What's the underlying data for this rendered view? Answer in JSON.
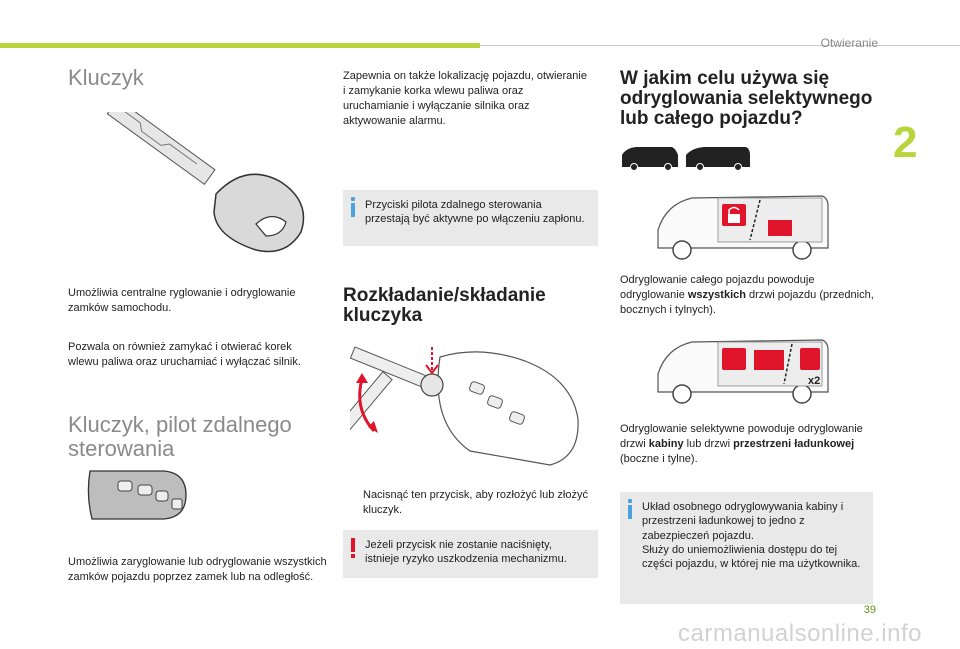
{
  "header": {
    "section": "Otwieranie",
    "chapter": "2"
  },
  "page_number": "39",
  "watermark": "carmanualsonline.info",
  "col1": {
    "title_key": "Kluczyk",
    "p1": "Umożliwia centralne ryglowanie i odryglowanie zamków samochodu.",
    "p2": "Pozwala on również zamykać i otwierać korek wlewu paliwa oraz uruchamiać i wyłączać silnik.",
    "title_remote": "Kluczyk, pilot zdalnego sterowania",
    "p3": "Umożliwia zaryglowanie lub odryglowanie wszystkich zamków pojazdu poprzez zamek lub na odległość."
  },
  "col2": {
    "p1": "Zapewnia on także lokalizację pojazdu, otwieranie i zamykanie korka wlewu paliwa oraz uruchamianie i wyłączanie silnika oraz aktywowanie alarmu.",
    "info": "Przyciski pilota zdalnego sterowania przestają być aktywne po włączeniu zapłonu.",
    "title_fold": "Rozkładanie/składanie kluczyka",
    "bullet_mark": "",
    "bullet": "Nacisnąć ten przycisk, aby rozłożyć lub złożyć kluczyk.",
    "warning": "Jeżeli przycisk nie zostanie naciśnięty, istnieje ryzyko uszkodzenia mechanizmu."
  },
  "col3": {
    "title": "W jakim celu używa się odryglowania selektywnego lub całego pojazdu?",
    "p1_a": "Odryglowanie całego pojazdu powoduje odryglowanie ",
    "p1_b": "wszystkich",
    "p1_c": " drzwi pojazdu (przednich, bocznych i tylnych).",
    "p2_a": "Odryglowanie selektywne powoduje odryglowanie drzwi ",
    "p2_b": "kabiny",
    "p2_c": " lub drzwi ",
    "p2_d": "przestrzeni ładunkowej",
    "p2_e": " (boczne i tylne).",
    "info": "Układ osobnego odryglowywania kabiny i przestrzeni ładunkowej to jedno z zabezpieczeń pojazdu.\nSłuży do uniemożliwienia dostępu do tej części pojazdu, w której nie ma użytkownika.",
    "badge": "x2"
  },
  "colors": {
    "accent": "#b8d63c",
    "info": "#4aa3df",
    "warning": "#e0142b",
    "lock": "#e0142b"
  }
}
